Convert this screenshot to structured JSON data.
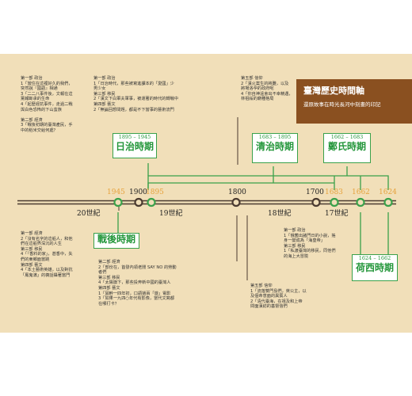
{
  "title": {
    "main": "臺灣歷史時間軸",
    "sub": "還原故事在時光長河中刻畫的印記"
  },
  "eras": [
    {
      "years": "1895 – 1945",
      "name": "日治時期"
    },
    {
      "years": "1683 – 1895",
      "name": "清治時期"
    },
    {
      "years": "1662 – 1683",
      "name": "鄭氏時期"
    },
    {
      "years": "",
      "name": "戰後時期"
    },
    {
      "years": "1624 – 1662",
      "name": "荷西時期"
    }
  ],
  "timeline": {
    "years": [
      "1945",
      "1900",
      "1895",
      "1800",
      "1700",
      "1683",
      "1662",
      "1624"
    ],
    "centuries": [
      "20世紀",
      "19世紀",
      "18世紀",
      "17世紀"
    ]
  },
  "events": {
    "top_left": [
      "第一部 政治",
      "1「當住在這裡好久的我們，",
      "突然說『國語』相通",
      "3「二二八事件後，文報在這",
      "黨報斷承的生命",
      "4「起歷經抗事件，走過二戰",
      "與白色恐怖的下山蛮族",
      "",
      "第二部 經濟",
      "3「戰後初期的臺灣產民，手",
      "中的稻米交給何處？"
    ],
    "top_mid": [
      "第一部 政治",
      "1「日治時代，那些被寫進課本的「愛國」少",
      "男少女",
      "第三部 移民",
      "2「漢文下白軍夫軍事，被運著的時代的轉戰中",
      "第四部 藝文",
      "2「無論回想問題，都是不下當事的藝術流門"
    ],
    "top_right": [
      "第五部 信仰",
      "2「漢火案生的將難，以及",
      "將場洛孕的政府呢",
      "4「你自神遠會出不幸精遇，",
      "林祖綏的廟種格局"
    ],
    "bottom_left": [
      "第一部 經濟",
      "2「沒有名字的這船人，和他",
      "們在這船界深沉的人生",
      "第三部 移民",
      "4「『香料的家」，甚香中，失",
      "們的東鄉面當跳",
      "第四部 藝文",
      "4「本土藝術英雄，以及對抗",
      "「鳳鬼滿」的櫥話攝著當門"
    ],
    "bottom_mid": [
      "第二部 經濟",
      "2「部份在，首發內領老閒 SAY NO 的勞動",
      "者們",
      "第三部 移民",
      "4「太陽旗下，那些投奔新中國的臺灣人",
      "第四部 藝文",
      "1「固幹一四年初，口語撾兩「遊」電影",
      "3「如果一九四○年代有影像，當代文寫都",
      "在哪打卡？"
    ],
    "bottom_right": [
      "第一部 政治",
      "1「俄菌出諸門日的小說，搖",
      "身一變成為「海皇帝」",
      "第三部 移民",
      "1「私渡臺灣的移民，同他們",
      "的海上大冒險"
    ],
    "bottom_far": [
      "第五部 信仰",
      "1「流落雙門島們，英公主，以",
      "及個命意面的異賓人",
      "2「清代臺海，在祖及和上帝",
      "問面漢紡的基督信們"
    ]
  }
}
